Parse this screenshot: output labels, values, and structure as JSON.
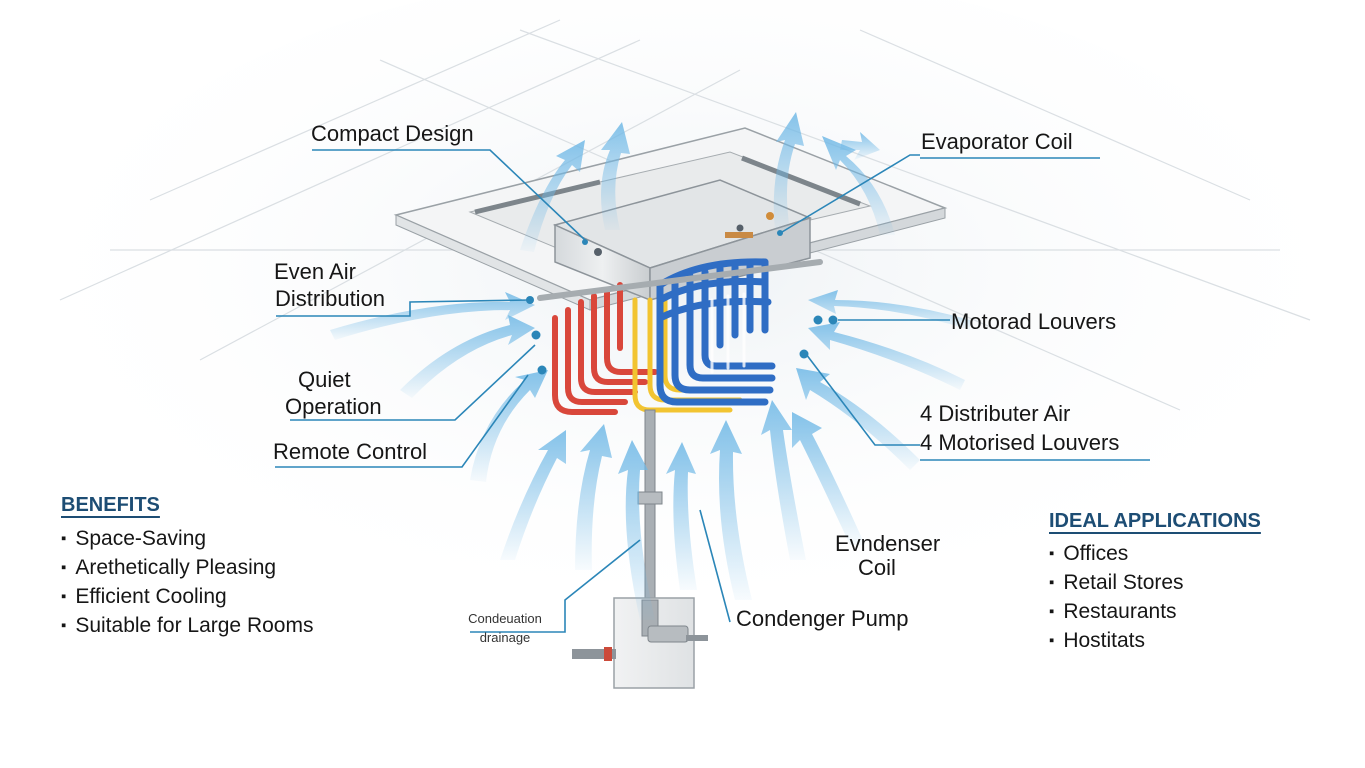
{
  "callouts": {
    "compact_design": "Compact Design",
    "evaporator_coil": "Evaporator Coil",
    "even_air_1": "Even Air",
    "even_air_2": "Distribution",
    "motorad_louvers": "Motorad Louvers",
    "quiet_1": "Quiet",
    "quiet_2": "Operation",
    "remote_control": "Remote Control",
    "distributer_1": "4 Distributer Air",
    "distributer_2": "4 Motorised Louvers",
    "evndenser_1": "Evndenser",
    "evndenser_2": "Coil",
    "condenger_pump": "Condenger Pump",
    "condensation_1": "Condeuation",
    "condensation_2": "drainage"
  },
  "benefits": {
    "title": "BENEFITS",
    "items": [
      "Space-Saving",
      "Arethetically Pleasing",
      "Efficient Cooling",
      "Suitable for Large Rooms"
    ]
  },
  "applications": {
    "title": "IDEAL APPLICATIONS",
    "items": [
      "Offices",
      "Retail Stores",
      "Restaurants",
      "Hostitats"
    ]
  },
  "colors": {
    "airflow": "#6fb8e6",
    "hot_pipe": "#d9473b",
    "cold_pipe": "#2f6dc4",
    "yellow_pipe": "#f2c431",
    "leader_line": "#2b86b8",
    "heading": "#1d4d74"
  }
}
